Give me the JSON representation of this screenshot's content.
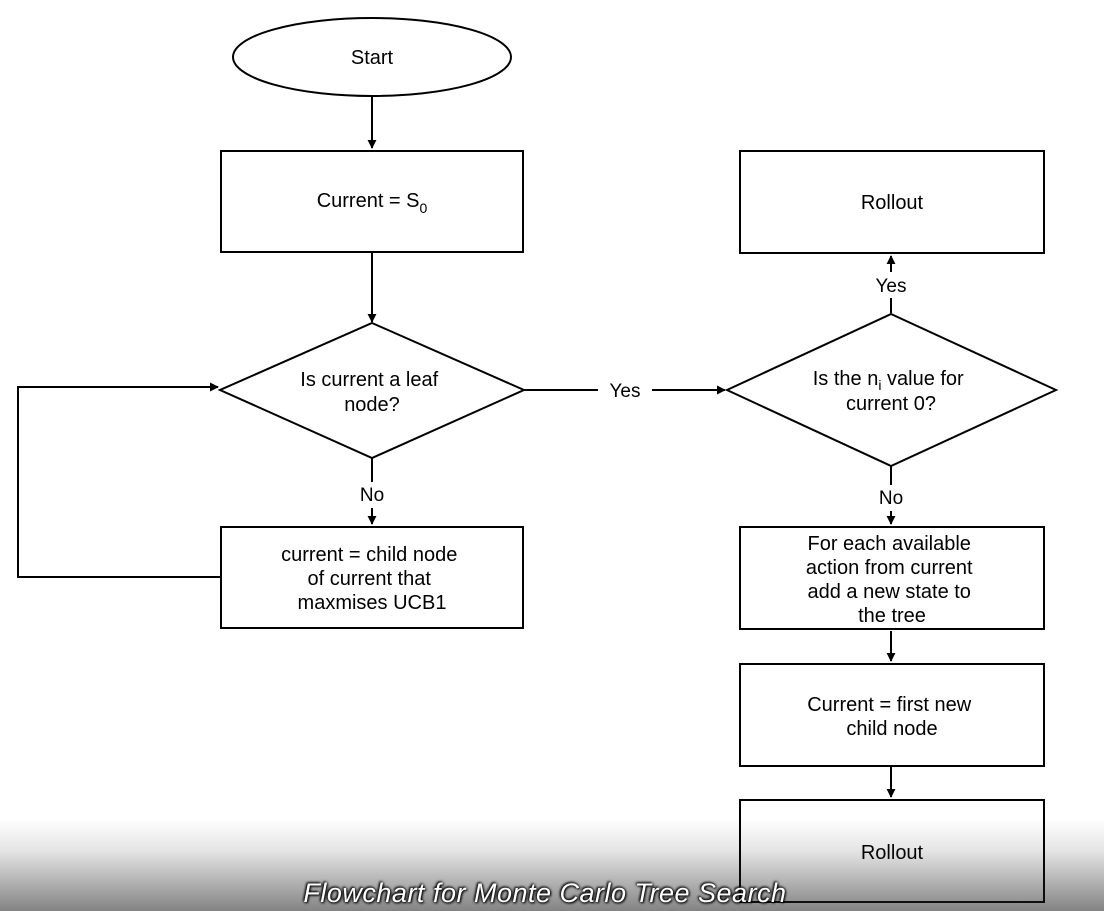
{
  "nodes": {
    "start": {
      "lines": [
        "Start"
      ]
    },
    "init": {
      "text": "Current = S",
      "sub": "0"
    },
    "leaf_check": {
      "lines": [
        "Is current a leaf",
        "node?"
      ]
    },
    "select_child": {
      "lines": [
        "current = child node",
        "of current that",
        "maxmises UCB1"
      ]
    },
    "visit_check": {
      "line1_pre": "Is the n",
      "line1_sub": "i",
      "line1_post": " value for",
      "line2": "current 0?"
    },
    "rollout_top": {
      "lines": [
        "Rollout"
      ]
    },
    "expand": {
      "lines": [
        "For each available",
        "action from current",
        "add a new state to",
        "the tree"
      ]
    },
    "first_child": {
      "lines": [
        "Current = first new",
        "child node"
      ]
    },
    "rollout_bottom": {
      "lines": [
        "Rollout"
      ]
    }
  },
  "edges": {
    "leaf_yes": "Yes",
    "leaf_no": "No",
    "visit_yes": "Yes",
    "visit_no": "No"
  },
  "caption": "Flowchart for Monte Carlo Tree Search"
}
